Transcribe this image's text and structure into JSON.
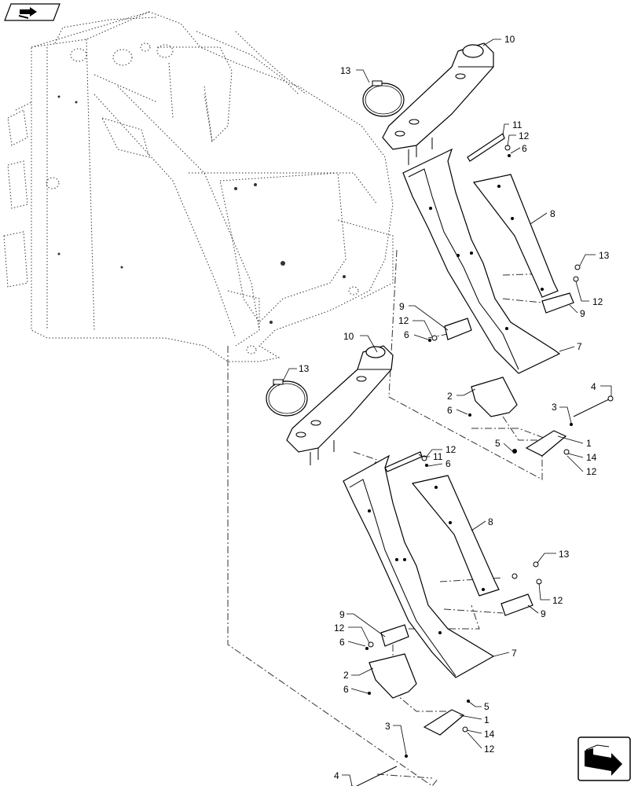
{
  "callouts": {
    "top": {
      "c10": "10",
      "c13": "13",
      "c11": "11",
      "c12a": "12",
      "c6a": "6",
      "c8": "8",
      "c13b": "13",
      "c12b": "12",
      "c9b": "9",
      "c9a": "9",
      "c12c": "12",
      "c6b": "6",
      "c7": "7",
      "c2": "2",
      "c6c": "6",
      "c4": "4",
      "c3": "3",
      "c5": "5",
      "c1": "1",
      "c14": "14",
      "c12d": "12"
    },
    "bottom": {
      "c10": "10",
      "c13": "13",
      "c11": "11",
      "c12a": "12",
      "c6a": "6",
      "c8": "8",
      "c13b": "13",
      "c12b": "12",
      "c9b": "9",
      "c9a": "9",
      "c12c": "12",
      "c6b": "6",
      "c7": "7",
      "c2": "2",
      "c6c": "6",
      "c5": "5",
      "c1": "1",
      "c3": "3",
      "c14": "14",
      "c12d": "12",
      "c4": "4"
    }
  },
  "icons": {
    "top_left": "book-arrow-icon",
    "bottom_right": "next-page-arrow-icon"
  }
}
